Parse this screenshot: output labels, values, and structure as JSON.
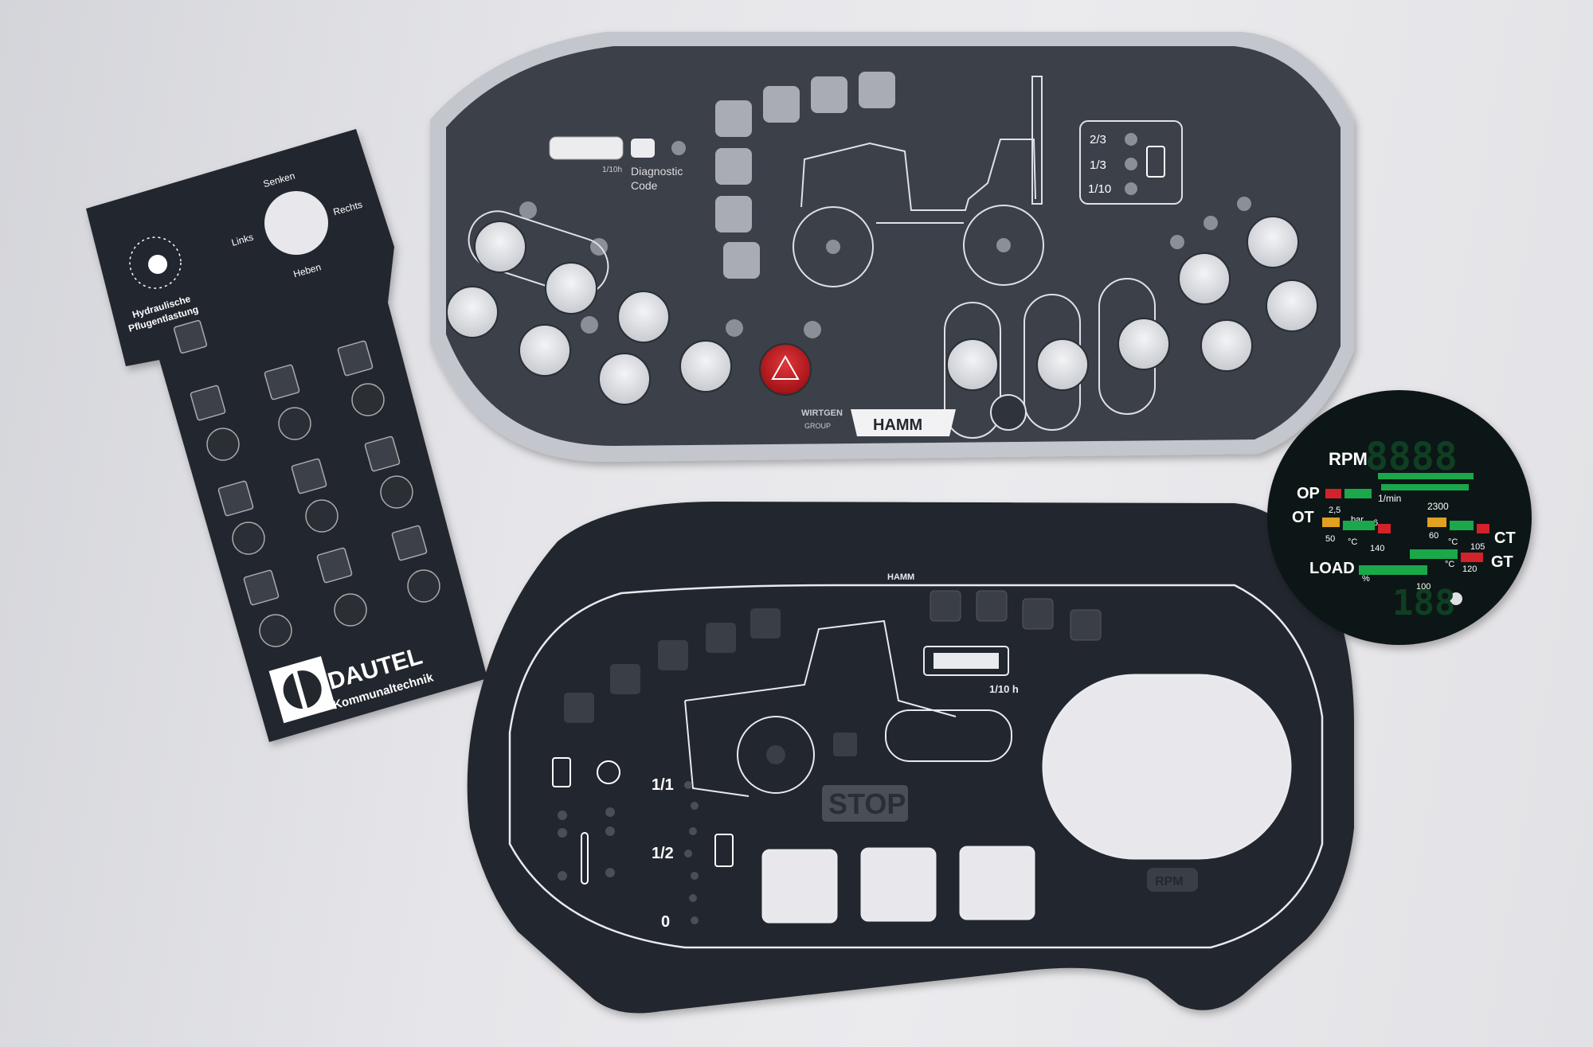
{
  "dautel_panel": {
    "label_senken": "Senken",
    "label_links": "Links",
    "label_rechts": "Rechts",
    "label_heben": "Heben",
    "gauge_caption_1": "Hydraulische",
    "gauge_caption_2": "Pflugentlastung",
    "brand_name": "DAUTEL",
    "brand_sub": "Kommunaltechnik"
  },
  "hamm_top_panel": {
    "counter_unit": "1/10h",
    "diagnostic_1": "Diagnostic",
    "diagnostic_2": "Code",
    "fuel_levels": [
      "2/3",
      "1/3",
      "1/10"
    ],
    "wirtgen_1": "WIRTGEN",
    "wirtgen_2": "GROUP",
    "hamm_badge": "HAMM",
    "colors": {
      "panel": "#3a3f48",
      "border": "#c3c6cc",
      "hazard": "#c8161b"
    }
  },
  "hamm_bottom_panel": {
    "hamm_label": "HAMM",
    "counter_unit": "1/10 h",
    "stop_label": "STOP",
    "rpm_label": "RPM",
    "fuel_marks": [
      "1/1",
      "1/2",
      "0"
    ],
    "colors": {
      "panel": "#24282f",
      "line": "#e8eaed"
    }
  },
  "round_display": {
    "rpm": "RPM",
    "op": "OP",
    "ot": "OT",
    "ct": "CT",
    "gt": "GT",
    "load": "LOAD",
    "rpm_unit": "1/min",
    "rpm_max": "2300",
    "bar_low": "2,5",
    "bar_unit": "bar",
    "bar_high": "6",
    "ot_low": "50",
    "ot_unit": "°C",
    "ot_high": "140",
    "ct_low": "60",
    "ct_unit": "°C",
    "ct_high": "105",
    "gt_unit": "°C",
    "gt_high": "120",
    "load_unit": "%",
    "load_max": "100",
    "digits_rpm": "8888",
    "digits_load": "188",
    "colors": {
      "green": "#1aa84a",
      "red": "#d2222a",
      "amber": "#e0a020"
    }
  }
}
